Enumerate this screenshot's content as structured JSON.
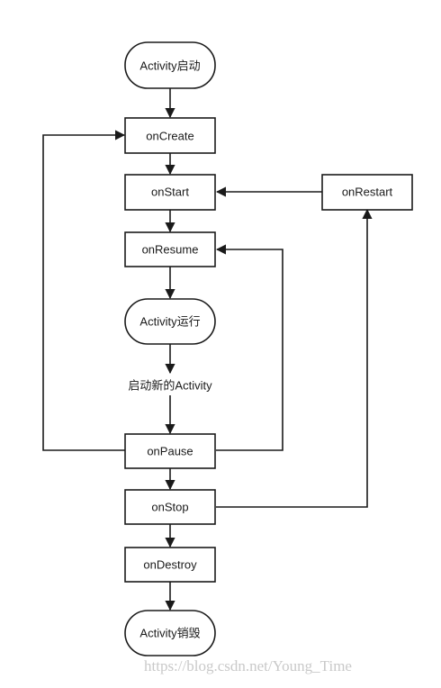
{
  "diagram": {
    "nodes": {
      "activity_start": {
        "label": "Activity启动"
      },
      "on_create": {
        "label": "onCreate"
      },
      "on_start": {
        "label": "onStart"
      },
      "on_restart": {
        "label": "onRestart"
      },
      "on_resume": {
        "label": "onResume"
      },
      "activity_running": {
        "label": "Activity运行"
      },
      "start_new": {
        "label": "启动新的Activity"
      },
      "on_pause": {
        "label": "onPause"
      },
      "on_stop": {
        "label": "onStop"
      },
      "on_destroy": {
        "label": "onDestroy"
      },
      "activity_destroy": {
        "label": "Activity销毁"
      }
    },
    "edges": [
      {
        "from": "activity_start",
        "to": "on_create"
      },
      {
        "from": "on_create",
        "to": "on_start"
      },
      {
        "from": "on_start",
        "to": "on_resume"
      },
      {
        "from": "on_resume",
        "to": "activity_running"
      },
      {
        "from": "activity_running",
        "to": "start_new"
      },
      {
        "from": "start_new",
        "to": "on_pause"
      },
      {
        "from": "on_pause",
        "to": "on_stop"
      },
      {
        "from": "on_stop",
        "to": "on_destroy"
      },
      {
        "from": "on_destroy",
        "to": "activity_destroy"
      },
      {
        "from": "on_pause",
        "to": "on_create"
      },
      {
        "from": "on_pause",
        "to": "on_resume"
      },
      {
        "from": "on_stop",
        "to": "on_restart"
      },
      {
        "from": "on_restart",
        "to": "on_start"
      }
    ]
  },
  "watermark": {
    "text": "https://blog.csdn.net/Young_Time"
  },
  "colors": {
    "stroke": "#1a1a1a",
    "background": "#ffffff",
    "watermark": "#c9c9c9"
  }
}
